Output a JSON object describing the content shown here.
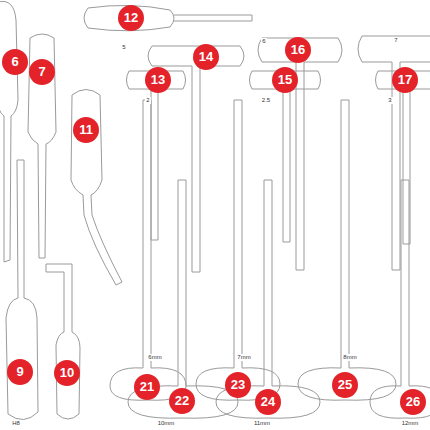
{
  "diagram": {
    "labels": [
      "6",
      "7",
      "12",
      "5",
      "14",
      "6",
      "16",
      "7",
      "13",
      "15",
      "17",
      "2",
      "2.5",
      "3",
      "11",
      "6mm",
      "7mm",
      "8mm",
      "21",
      "23",
      "25",
      "9",
      "10",
      "22",
      "24",
      "26",
      "10mm",
      "11mm",
      "12mm",
      "H8"
    ]
  }
}
